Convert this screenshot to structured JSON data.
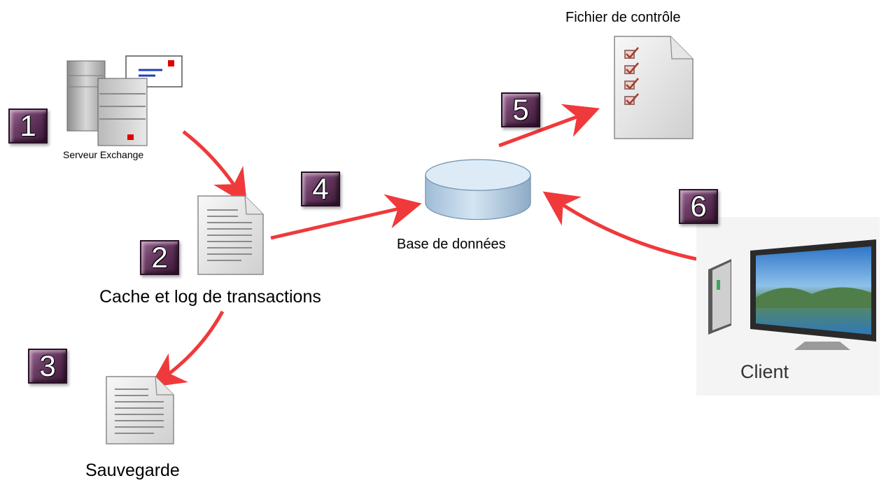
{
  "nodes": {
    "exchange_server": {
      "label": "Serveur Exchange",
      "icon": "server-with-envelope-icon"
    },
    "cache_log": {
      "label": "Cache et log de transactions",
      "icon": "document-icon"
    },
    "backup": {
      "label": "Sauvegarde",
      "icon": "document-icon"
    },
    "database": {
      "label": "Base de données",
      "icon": "database-icon"
    },
    "control_file": {
      "label": "Fichier de contrôle",
      "icon": "checklist-document-icon"
    },
    "client": {
      "label": "Client",
      "icon": "desktop-computer-icon"
    }
  },
  "steps": [
    "1",
    "2",
    "3",
    "4",
    "5",
    "6"
  ],
  "colors": {
    "arrow": "#f0393b",
    "badge": "#5a2653",
    "database_fill": "#c7dcee",
    "database_top": "#dcebf6"
  }
}
